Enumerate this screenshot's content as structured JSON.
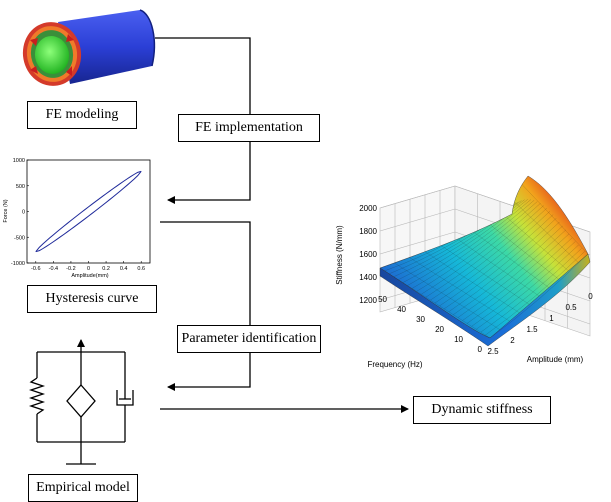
{
  "labels": {
    "fe_modeling": "FE modeling",
    "fe_implementation": "FE implementation",
    "hysteresis_curve": "Hysteresis curve",
    "parameter_identification": "Parameter identification",
    "empirical_model": "Empirical model",
    "dynamic_stiffness": "Dynamic stiffness"
  },
  "hysteresis_plot": {
    "ylabel": "Force (N)",
    "xlabel": "Amplitude(mm)",
    "yticks": [
      "1000",
      "500",
      "0",
      "-500",
      "-1000"
    ],
    "xticks": [
      "-0.6",
      "-0.4",
      "-0.2",
      "0",
      "0.2",
      "0.4",
      "0.6"
    ],
    "line_color": "#1f2a9a"
  },
  "surface_plot": {
    "zlabel": "Stiffness (N/mm)",
    "xlabel": "Amplitude (mm)",
    "ylabel": "Frequency (Hz)",
    "zticks": [
      "2000",
      "1800",
      "1600",
      "1400",
      "1200"
    ],
    "amp_ticks": [
      "2.5",
      "2",
      "1.5",
      "1",
      "0.5",
      "0"
    ],
    "freq_ticks": [
      "0",
      "10",
      "20",
      "30",
      "40",
      "50"
    ]
  },
  "colors": {
    "fe_body": "#2b3fd6",
    "fe_core": "#2fd62f",
    "fe_hot": "#d43a2a",
    "line": "#000000"
  }
}
